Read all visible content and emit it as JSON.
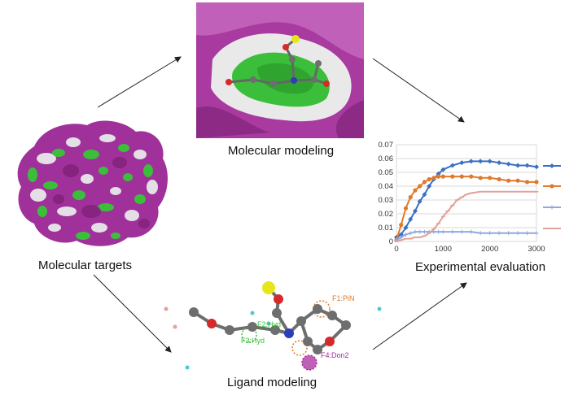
{
  "labels": {
    "molecular_modeling": "Molecular modeling",
    "molecular_targets": "Molecular targets",
    "experimental_evaluation": "Experimental evaluation",
    "ligand_modeling": "Ligand modeling"
  },
  "pharmacophore_features": {
    "f1": "F1:PiN",
    "f2": "F2:Hyd",
    "f3": "F3:Hyd",
    "f4": "F4:Don2"
  },
  "colors": {
    "hydrophobic_green": "#3bbf3b",
    "hydrophilic_magenta": "#a0309a",
    "carbon_grey": "#6e6e6e",
    "oxygen_red": "#d62a2a",
    "nitrogen_blue": "#2a3fb8",
    "sulfur_yellow": "#e6e619",
    "series_blue": "#3a6fc4",
    "series_orange": "#e07a2a",
    "series_light_blue": "#8fa8e0",
    "series_pink": "#e3a19a"
  },
  "chart_data": {
    "type": "line",
    "title": "",
    "xlabel": "",
    "ylabel": "",
    "xlim": [
      0,
      3000
    ],
    "ylim": [
      0,
      0.07
    ],
    "x_ticks": [
      "0",
      "1000",
      "2000",
      "3000"
    ],
    "y_ticks": [
      "0",
      "0.01",
      "0.02",
      "0.03",
      "0.04",
      "0.05",
      "0.06",
      "0.07"
    ],
    "grid": true,
    "legend": "right, markers only",
    "series": [
      {
        "color": "#3a6fc4",
        "marker": "diamond",
        "x": [
          0,
          100,
          200,
          300,
          400,
          500,
          600,
          700,
          800,
          900,
          1000,
          1200,
          1400,
          1600,
          1800,
          2000,
          2200,
          2400,
          2600,
          2800,
          3000
        ],
        "y": [
          0.003,
          0.005,
          0.01,
          0.016,
          0.022,
          0.029,
          0.034,
          0.04,
          0.045,
          0.049,
          0.052,
          0.055,
          0.057,
          0.058,
          0.058,
          0.058,
          0.057,
          0.056,
          0.055,
          0.055,
          0.054
        ]
      },
      {
        "color": "#e07a2a",
        "marker": "circle",
        "x": [
          0,
          100,
          200,
          300,
          400,
          500,
          600,
          700,
          800,
          900,
          1000,
          1200,
          1400,
          1600,
          1800,
          2000,
          2200,
          2400,
          2600,
          2800,
          3000
        ],
        "y": [
          0.001,
          0.012,
          0.024,
          0.032,
          0.037,
          0.04,
          0.043,
          0.045,
          0.046,
          0.047,
          0.047,
          0.047,
          0.047,
          0.047,
          0.046,
          0.046,
          0.045,
          0.044,
          0.044,
          0.043,
          0.043
        ]
      },
      {
        "color": "#8fa8e0",
        "marker": "plus",
        "x": [
          0,
          100,
          200,
          300,
          400,
          500,
          600,
          700,
          800,
          900,
          1000,
          1200,
          1400,
          1600,
          1800,
          2000,
          2200,
          2400,
          2600,
          2800,
          3000
        ],
        "y": [
          0.001,
          0.003,
          0.005,
          0.006,
          0.007,
          0.007,
          0.007,
          0.007,
          0.007,
          0.007,
          0.007,
          0.007,
          0.007,
          0.007,
          0.006,
          0.006,
          0.006,
          0.006,
          0.006,
          0.006,
          0.006
        ]
      },
      {
        "color": "#e3a19a",
        "marker": "dash",
        "x": [
          0,
          100,
          200,
          300,
          400,
          500,
          600,
          700,
          800,
          900,
          1000,
          1100,
          1200,
          1300,
          1400,
          1500,
          1600,
          1800,
          2000,
          2200,
          2400,
          2600,
          2800,
          3000
        ],
        "y": [
          0.0,
          0.001,
          0.002,
          0.002,
          0.003,
          0.003,
          0.004,
          0.006,
          0.009,
          0.013,
          0.018,
          0.022,
          0.026,
          0.03,
          0.032,
          0.034,
          0.035,
          0.036,
          0.036,
          0.036,
          0.036,
          0.036,
          0.036,
          0.036
        ]
      }
    ]
  }
}
